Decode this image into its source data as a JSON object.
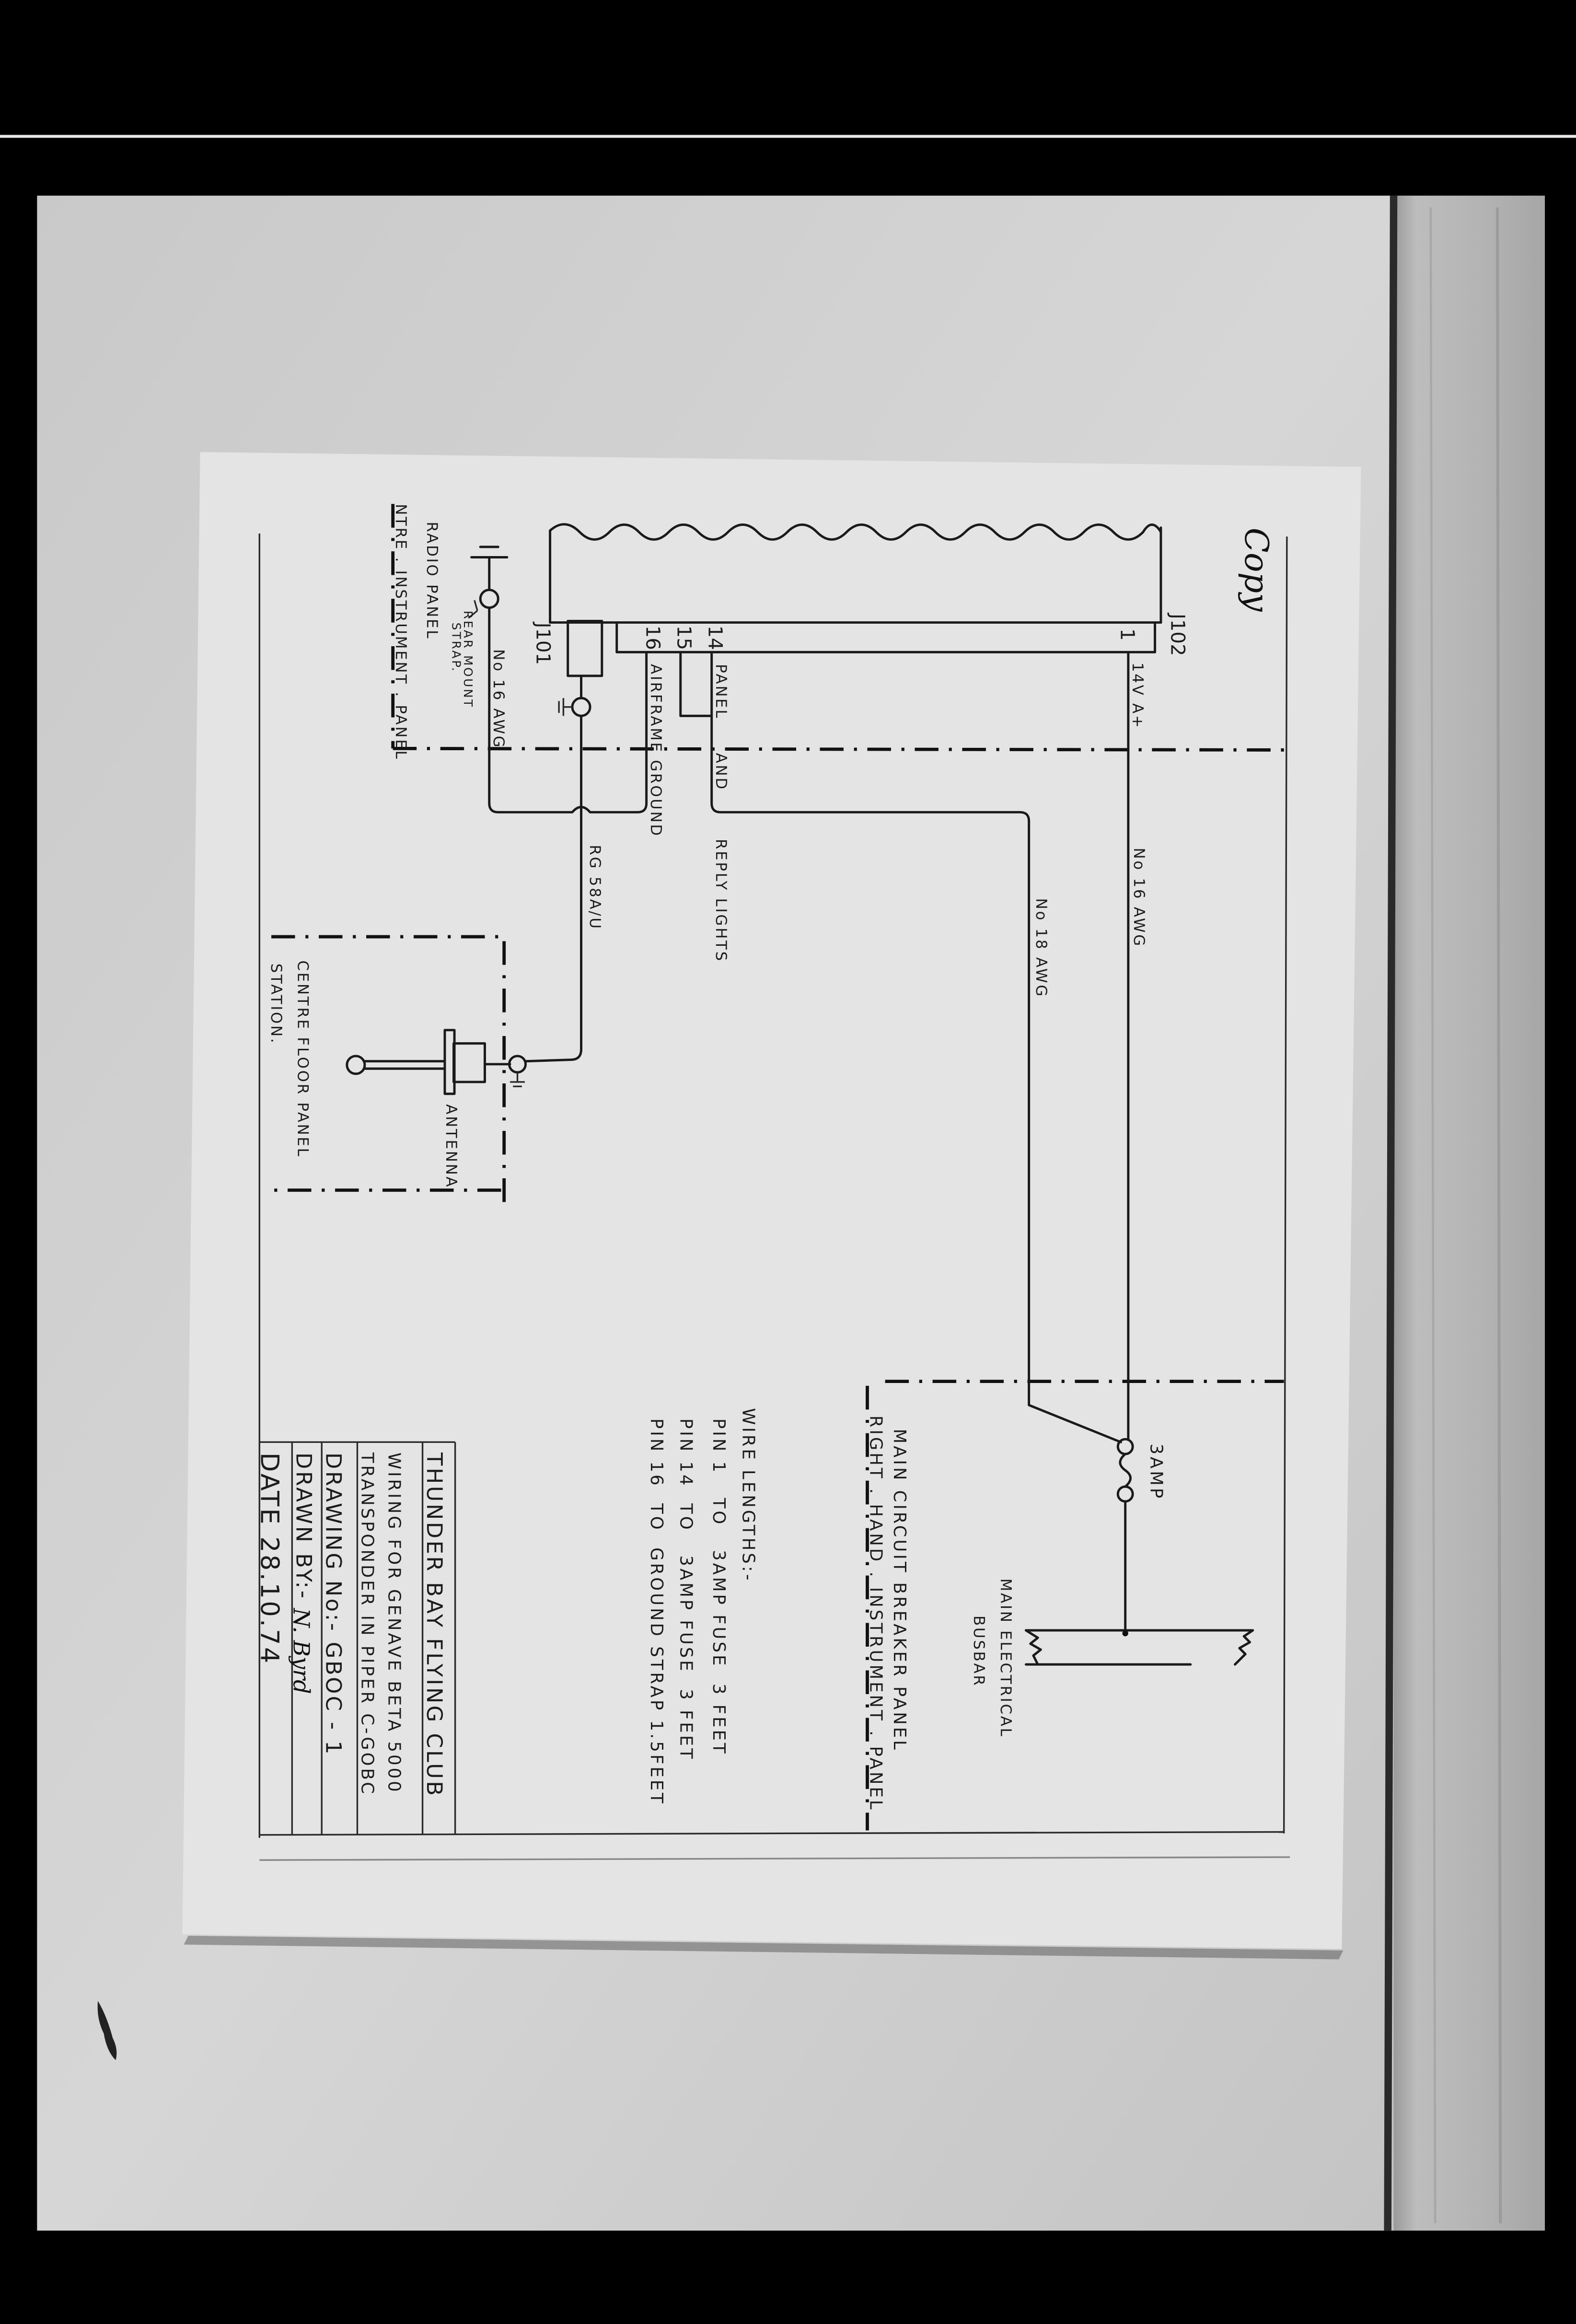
{
  "drawing": {
    "annotation_copy": "Copy",
    "connectors": {
      "j102_label": "J102",
      "j101_label": "J101",
      "pin_1": "1",
      "pin_14": "14",
      "pin_15": "15",
      "pin_16": "16"
    },
    "wire_labels": {
      "pin1_voltage": "14V A+",
      "pin1_gauge": "No 16 AWG",
      "pin14_gauge": "No 18 AWG",
      "pin14_text_1": "PANEL",
      "pin14_text_2": "AND",
      "pin14_text_3": "REPLY LIGHTS",
      "pin16_text": "AIRFRAME GROUND",
      "strap_gauge": "No 16 AWG",
      "coax": "RG 58A/U"
    },
    "components": {
      "fuse": "3AMP",
      "busbar_line_1": "MAIN ELECTRICAL",
      "busbar_line_2": "BUSBAR",
      "antenna": "ANTENNA",
      "rear_mount_line_1": "REAR MOUNT",
      "rear_mount_line_2": "STRAP."
    },
    "zones": {
      "radio_panel": "RADIO PANEL",
      "centre_instrument_panel": "NTRE . INSTRUMENT . PANEL",
      "centre_floor_panel_1": "CENTRE FLOOR PANEL",
      "centre_floor_panel_2": "STATION.",
      "main_cb_panel": "MAIN CIRCUIT BREAKER PANEL",
      "right_hand_panel": "RIGHT . HAND . INSTRUMENT . PANEL"
    },
    "notes": {
      "heading": "WIRE LENGTHS:-",
      "lines": [
        "PIN 1   TO   3AMP FUSE  3 FEET",
        "PIN 14  TO   3AMP FUSE  3 FEET",
        "PIN 16  TO  GROUND STRAP 1.5FEET"
      ]
    },
    "title_block": {
      "organization": "THUNDER BAY FLYING CLUB",
      "line_2": "WIRING FOR GENAVE BETA 5000",
      "line_3": "TRANSPONDER IN PIPER C-GOBC",
      "drawing_no": "DRAWING No:- GBOC - 1",
      "drawn_by": "DRAWN BY:-",
      "drawn_by_signature": "N. Byrd",
      "date": "DATE  28.10.74"
    }
  }
}
